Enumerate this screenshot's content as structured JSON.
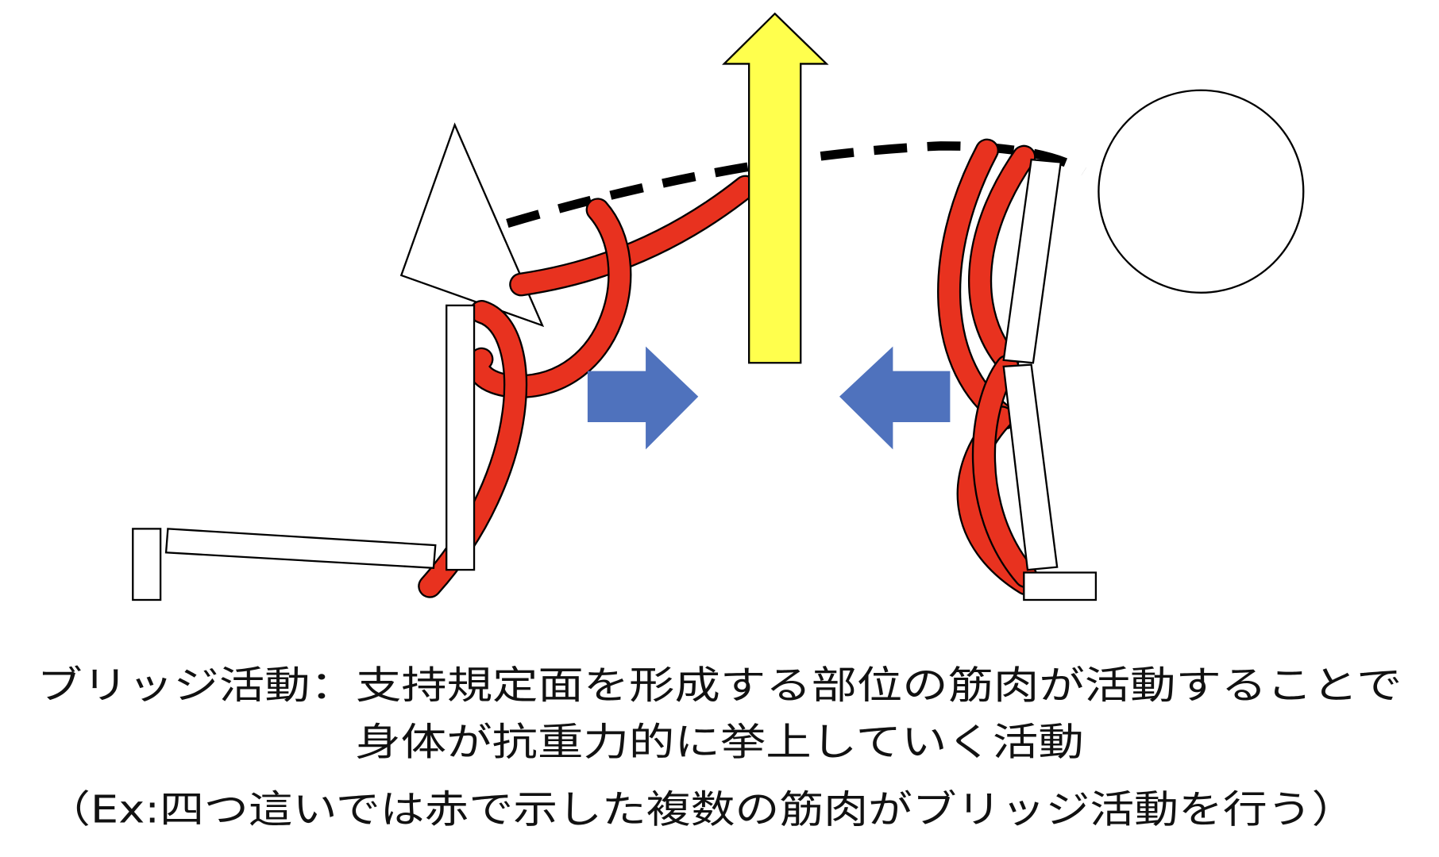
{
  "colors": {
    "muscle": "#e8321f",
    "lift_arrow": "#ffff4d",
    "push_arrow": "#4f72bd",
    "segment": "#ffffff",
    "outline": "#000000"
  },
  "caption": {
    "line1": "ブリッジ活動：支持規定面を形成する部位の筋肉が活動することで",
    "line2": "身体が抗重力的に挙上していく活動",
    "line3": "（Ex:四つ這いでは赤で示した複数の筋肉がブリッジ活動を行う）"
  }
}
